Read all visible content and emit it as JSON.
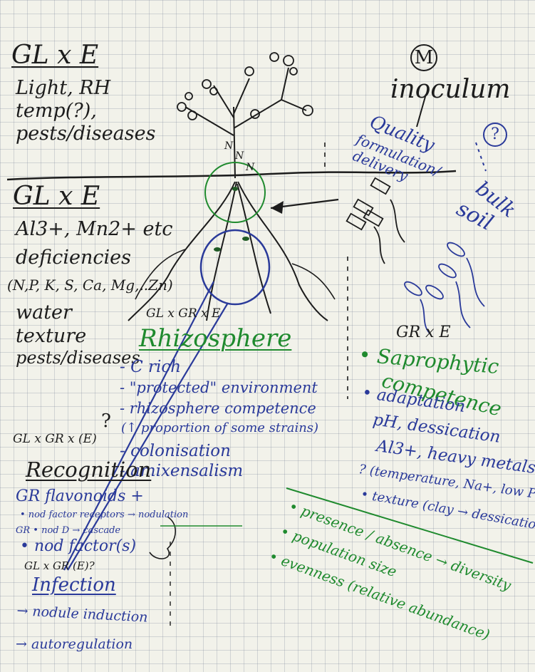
{
  "gl_e_top": {
    "title": "GL x E",
    "lines": [
      "Light, RH",
      "temp(?),",
      "pests/diseases"
    ]
  },
  "gl_e_mid": {
    "title": "GL x E",
    "lines": [
      "Al3+, Mn2+ etc",
      "deficiencies",
      "(N,P, K, S, Ca, Mg,..Zn)",
      "water",
      "texture",
      "pests/diseases"
    ]
  },
  "inoculum": {
    "marker": "M",
    "title": "inoculum",
    "question": "?",
    "quality_lines": [
      "Quality",
      "formulation/",
      "delivery"
    ],
    "bulk_soil": [
      "bulk",
      "soil"
    ]
  },
  "rhizosphere": {
    "header": "GL x GR x E",
    "title": "Rhizosphere",
    "items": [
      "- C rich",
      "- \"protected\" environment",
      "- rhizosphere competence",
      "(↑ proportion of some strains)",
      "- colonisation",
      "- amixensalism"
    ]
  },
  "saprophytic": {
    "header": "GR x E",
    "lines_green": [
      "• Saprophytic",
      "competence"
    ],
    "lines_blue": [
      "• adaptation",
      "pH, dessication",
      "Al3+, heavy metals",
      "? (temperature, Na+, low P)",
      "• texture (clay → dessication)"
    ]
  },
  "diversity": {
    "lines": [
      "• presence / absence → diversity",
      "• population size",
      "• evenness (relative abundance)"
    ]
  },
  "recognition": {
    "header": "GL x GR x (E)",
    "question": "?",
    "title": "Recognition",
    "items": [
      "GR flavonoids +",
      "• nod factor receptors → nodulation",
      "GR • nod D → cascade",
      "• nod factor(s)"
    ]
  },
  "infection": {
    "header": "GL x GR (E)?",
    "title": "Infection",
    "items": [
      "→ nodule induction",
      "→ autoregulation"
    ]
  },
  "plant": {
    "labels": [
      "N",
      "N",
      "N"
    ]
  }
}
